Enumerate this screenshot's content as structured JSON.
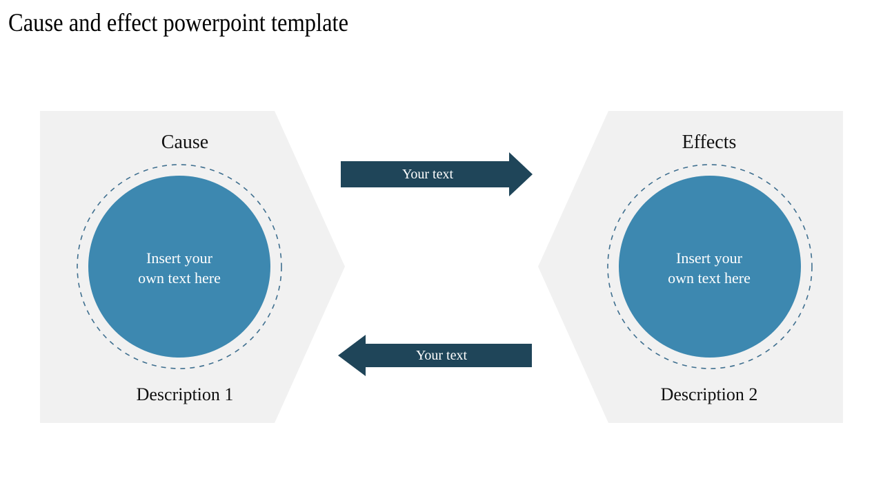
{
  "slide": {
    "title": "Cause and effect powerpoint template",
    "background_color": "#ffffff"
  },
  "theme": {
    "panel_fill": "#f1f1f1",
    "circle_fill": "#3d88b0",
    "dashed_ring_stroke": "#3f6f8f",
    "arrow_fill": "#1f4559",
    "heading_color": "#111111",
    "circle_text_color": "#ffffff"
  },
  "panels": [
    {
      "id": "cause",
      "heading": "Cause",
      "circle_text_line1": "Insert your",
      "circle_text_line2": "own text here",
      "description": "Description 1"
    },
    {
      "id": "effects",
      "heading": "Effects",
      "circle_text_line1": "Insert your",
      "circle_text_line2": "own text here",
      "description": "Description 2"
    }
  ],
  "arrows": [
    {
      "id": "forward",
      "direction": "right",
      "label": "Your text"
    },
    {
      "id": "feedback",
      "direction": "left",
      "label": "Your text"
    }
  ]
}
